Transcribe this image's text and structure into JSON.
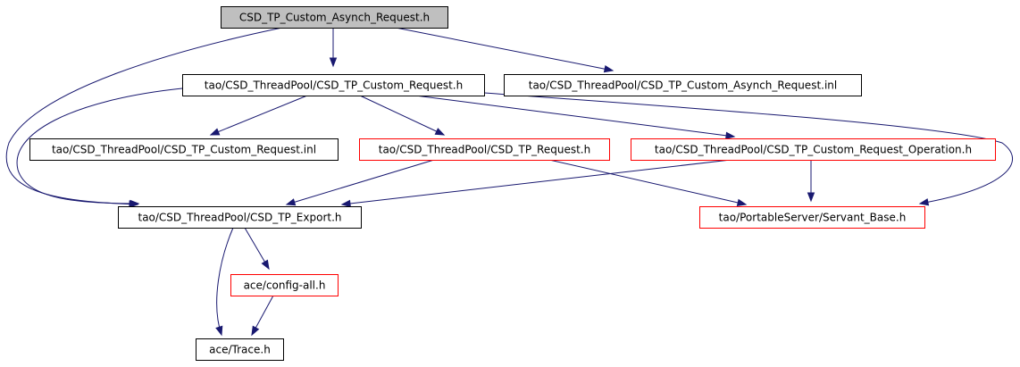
{
  "diagram": {
    "nodes": [
      {
        "id": "root",
        "label": "CSD_TP_Custom_Asynch_Request.h",
        "style": "root"
      },
      {
        "id": "custom_request_h",
        "label": "tao/CSD_ThreadPool/CSD_TP_Custom_Request.h",
        "style": "normal"
      },
      {
        "id": "asynch_request_inl",
        "label": "tao/CSD_ThreadPool/CSD_TP_Custom_Asynch_Request.inl",
        "style": "normal"
      },
      {
        "id": "custom_request_inl",
        "label": "tao/CSD_ThreadPool/CSD_TP_Custom_Request.inl",
        "style": "normal"
      },
      {
        "id": "tp_request_h",
        "label": "tao/CSD_ThreadPool/CSD_TP_Request.h",
        "style": "truncated"
      },
      {
        "id": "request_operation_h",
        "label": "tao/CSD_ThreadPool/CSD_TP_Custom_Request_Operation.h",
        "style": "truncated"
      },
      {
        "id": "export_h",
        "label": "tao/CSD_ThreadPool/CSD_TP_Export.h",
        "style": "normal"
      },
      {
        "id": "servant_base_h",
        "label": "tao/PortableServer/Servant_Base.h",
        "style": "truncated"
      },
      {
        "id": "config_all_h",
        "label": "ace/config-all.h",
        "style": "truncated"
      },
      {
        "id": "trace_h",
        "label": "ace/Trace.h",
        "style": "normal"
      }
    ],
    "edges": [
      {
        "from": "root",
        "to": "custom_request_h"
      },
      {
        "from": "root",
        "to": "asynch_request_inl"
      },
      {
        "from": "root",
        "to": "export_h"
      },
      {
        "from": "custom_request_h",
        "to": "custom_request_inl"
      },
      {
        "from": "custom_request_h",
        "to": "tp_request_h"
      },
      {
        "from": "custom_request_h",
        "to": "request_operation_h"
      },
      {
        "from": "custom_request_h",
        "to": "export_h"
      },
      {
        "from": "custom_request_h",
        "to": "servant_base_h"
      },
      {
        "from": "tp_request_h",
        "to": "export_h"
      },
      {
        "from": "tp_request_h",
        "to": "servant_base_h"
      },
      {
        "from": "request_operation_h",
        "to": "export_h"
      },
      {
        "from": "request_operation_h",
        "to": "servant_base_h"
      },
      {
        "from": "export_h",
        "to": "config_all_h"
      },
      {
        "from": "export_h",
        "to": "trace_h"
      },
      {
        "from": "config_all_h",
        "to": "trace_h"
      }
    ],
    "colors": {
      "edge": "#191970",
      "normal_border": "#000000",
      "truncated_border": "#ff0000",
      "root_fill": "#bfbfbf",
      "node_fill": "#ffffff"
    }
  }
}
